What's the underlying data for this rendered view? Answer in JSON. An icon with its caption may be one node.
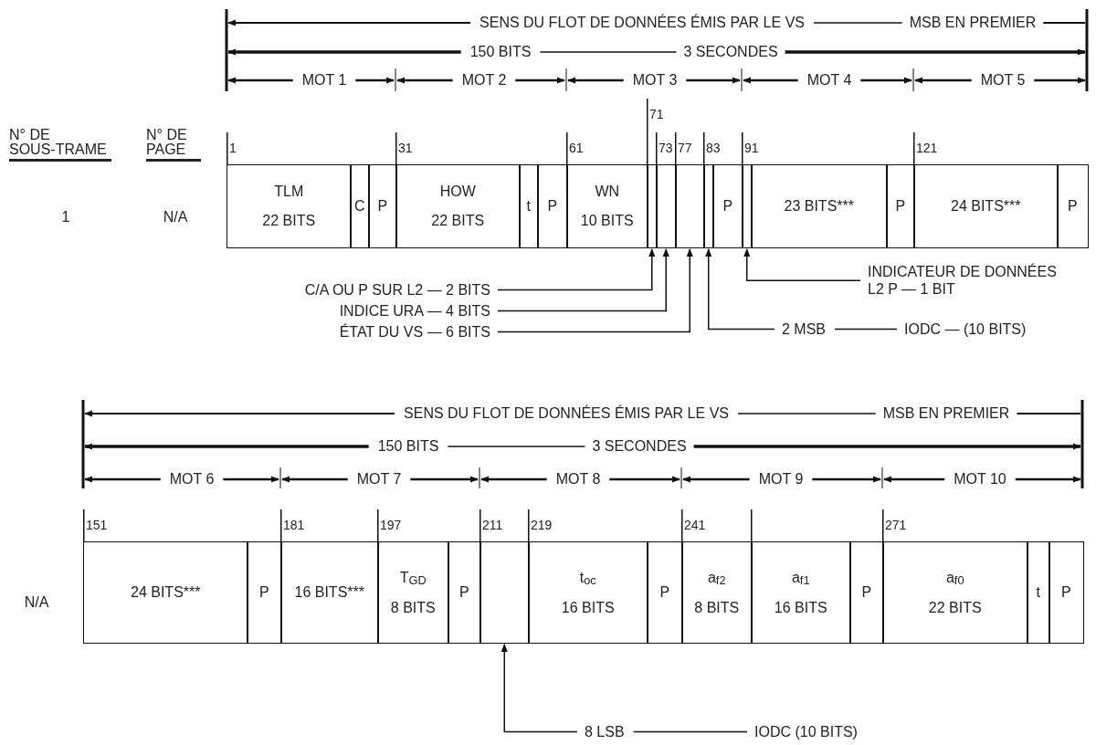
{
  "diagram": {
    "nodes": [
      {
        "text": [
          "TLM",
          "22 BITS"
        ],
        "beside": [
          "1"
        ]
      },
      {
        "text": [
          "C"
        ]
      },
      {
        "text": [
          "P"
        ]
      },
      {
        "text": [
          "HOW",
          "22 BITS"
        ],
        "beside": [
          "31"
        ]
      },
      {
        "text": [
          "t"
        ]
      },
      {
        "text": [
          "P"
        ]
      },
      {
        "text": [
          "WN",
          "10 BITS"
        ],
        "beside": [
          "61"
        ]
      },
      {
        "text": [],
        "shape": "box",
        "beside": [
          "71"
        ]
      },
      {
        "text": [],
        "shape": "box",
        "beside": [
          "73"
        ]
      },
      {
        "text": [],
        "shape": "box",
        "beside": [
          "77"
        ]
      },
      {
        "text": [],
        "shape": "box",
        "beside": [
          "83"
        ]
      },
      {
        "text": [
          "P"
        ]
      },
      {
        "text": [],
        "shape": "box",
        "beside": [
          "91"
        ]
      },
      {
        "text": [
          "23 BITS***"
        ]
      },
      {
        "text": [
          "P"
        ]
      },
      {
        "text": [
          "24 BITS***"
        ],
        "beside": [
          "121"
        ]
      },
      {
        "text": [
          "P"
        ]
      },
      {
        "text": [
          "C/A OU P SUR L2 — 2 BITS"
        ]
      },
      {
        "text": [
          "INDICE URA — 4 BITS"
        ]
      },
      {
        "text": [
          "ÉTAT DU VS — 6 BITS"
        ]
      },
      {
        "text": [
          "INDICATEUR DE DONNÉES L2 P — 1 BIT"
        ]
      },
      {
        "text": [
          "2 MSB"
        ]
      },
      {
        "text": [
          "IODC — (10 BITS)"
        ]
      },
      {
        "text": [
          "24 BITS***"
        ],
        "beside": [
          "151"
        ]
      },
      {
        "text": [
          "P"
        ]
      },
      {
        "text": [
          "16 BITS***"
        ],
        "beside": [
          "181"
        ]
      },
      {
        "text": [
          "T$_{GD}$",
          "8 BITS"
        ],
        "beside": [
          "197"
        ]
      },
      {
        "text": [
          "P"
        ]
      },
      {
        "text": [],
        "shape": "box",
        "beside": [
          "211"
        ]
      },
      {
        "text": [
          "t$_{oc}$",
          "16 BITS"
        ],
        "beside": [
          "219"
        ]
      },
      {
        "text": [
          "P"
        ]
      },
      {
        "text": [
          "a$_{f2}$",
          "8 BITS"
        ],
        "beside": [
          "241"
        ]
      },
      {
        "text": [
          "a$_{f1}$",
          "16 BITS"
        ]
      },
      {
        "text": [
          "P"
        ]
      },
      {
        "text": [
          "a$_{f0}$",
          "22 BITS"
        ],
        "beside": [
          "271"
        ]
      },
      {
        "text": [
          "t"
        ]
      },
      {
        "text": [
          "P"
        ]
      },
      {
        "text": [
          "8 LSB"
        ]
      },
      {
        "text": [
          "IODC (10 BITS)"
        ]
      }
    ],
    "edges": [
      {
        "from": 17,
        "to": 7,
        "arrow": "to"
      },
      {
        "from": 18,
        "to": 8,
        "arrow": "to"
      },
      {
        "from": 19,
        "to": 9,
        "arrow": "to"
      },
      {
        "from": 20,
        "to": 12,
        "arrow": "to"
      },
      {
        "from": 21,
        "to": 10,
        "arrow": "to"
      },
      {
        "from": 21,
        "to": 22,
        "arrow": "none"
      },
      {
        "from": 37,
        "to": 28,
        "arrow": "to"
      },
      {
        "from": 37,
        "to": 38,
        "arrow": "none"
      }
    ],
    "labels": [
      "SENS DU FLOT DE DONNÉES ÉMIS PAR LE VS",
      "MSB EN PREMIER",
      "150 BITS",
      "3 SECONDES",
      "MOT 1",
      "MOT 2",
      "MOT 3",
      "MOT 4",
      "MOT 5",
      "N° DE SOUS-TRAME",
      "N° DE PAGE",
      "1",
      "N/A",
      "SENS DU FLOT DE DONNÉES ÉMIS PAR LE VS",
      "MSB EN PREMIER",
      "150 BITS",
      "3 SECONDES",
      "MOT 6",
      "MOT 7",
      "MOT 8",
      "MOT 9",
      "MOT 10",
      "N/A"
    ]
  }
}
